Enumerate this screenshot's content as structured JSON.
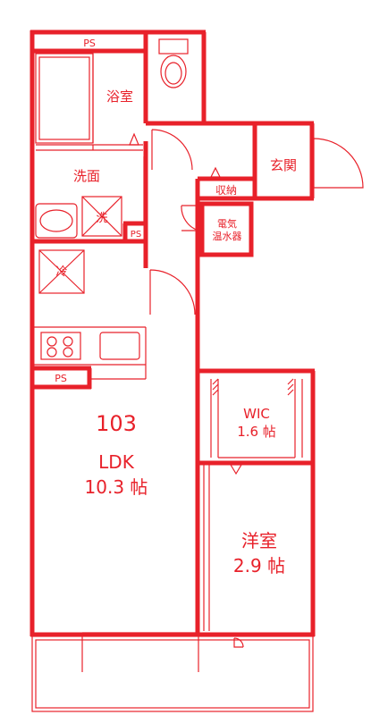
{
  "floorplan": {
    "unit_number": "103",
    "rooms": {
      "ldk": {
        "name": "LDK",
        "area": "10.3 帖"
      },
      "western": {
        "name": "洋室",
        "area": "2.9 帖"
      },
      "wic": {
        "name": "WIC",
        "area": "1.6 帖"
      },
      "bath": {
        "name": "浴室"
      },
      "washroom": {
        "name": "洗面"
      },
      "entrance": {
        "name": "玄関"
      },
      "storage": {
        "name": "収納"
      }
    },
    "fixtures": {
      "ps_top": "PS",
      "ps_mid": "PS",
      "ps_kitchen": "PS",
      "washer": "洗",
      "fridge": "冷",
      "water_heater_line1": "電気",
      "water_heater_line2": "温水器"
    },
    "accent_color": "#e8212a"
  }
}
